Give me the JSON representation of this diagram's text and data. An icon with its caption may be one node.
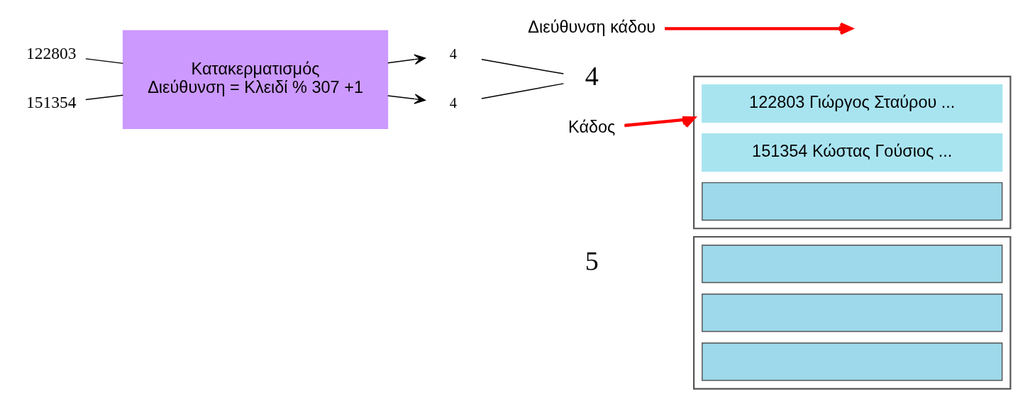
{
  "diagram": {
    "nodes": [
      {
        "text": [
          "122803"
        ]
      },
      {
        "text": [
          "151354"
        ]
      },
      {
        "text": [
          "Κατακερματισμός",
          "Διεύθυνση = Κλειδί % 307 +1"
        ]
      },
      {
        "text": [
          "4"
        ]
      },
      {
        "text": [
          "4"
        ]
      },
      {
        "text": [
          "4"
        ]
      },
      {
        "text": [],
        "shape": "box"
      },
      {
        "text": [
          "122803 Γιώργος Σταύρου ..."
        ],
        "in": 6
      },
      {
        "text": [
          "151354 Κώστας Γούσιος ..."
        ],
        "in": 6
      },
      {
        "text": [],
        "shape": "box",
        "in": 6
      },
      {
        "text": [
          "5"
        ]
      },
      {
        "text": [],
        "shape": "box"
      },
      {
        "text": [],
        "shape": "box",
        "in": 11
      },
      {
        "text": [],
        "shape": "box",
        "in": 11
      },
      {
        "text": [],
        "shape": "box",
        "in": 11
      },
      {
        "text": [
          "Διεύθυνση κάδου"
        ]
      },
      {
        "text": [
          "Κάδος"
        ]
      }
    ],
    "edges": [
      {
        "from": 0,
        "to": 2,
        "arrow": "none"
      },
      {
        "from": 1,
        "to": 2,
        "arrow": "none"
      },
      {
        "from": 2,
        "to": 3,
        "arrow": "to"
      },
      {
        "from": 2,
        "to": 4,
        "arrow": "to"
      },
      {
        "from": 3,
        "to": 5,
        "arrow": "none"
      },
      {
        "from": 4,
        "to": 5,
        "arrow": "none"
      },
      {
        "from": 15,
        "to": null,
        "arrow": "to",
        "style": "thick",
        "color": "#ff0000"
      },
      {
        "from": 16,
        "to": 6,
        "arrow": "to",
        "style": "thick",
        "color": "#ff0000"
      }
    ]
  }
}
